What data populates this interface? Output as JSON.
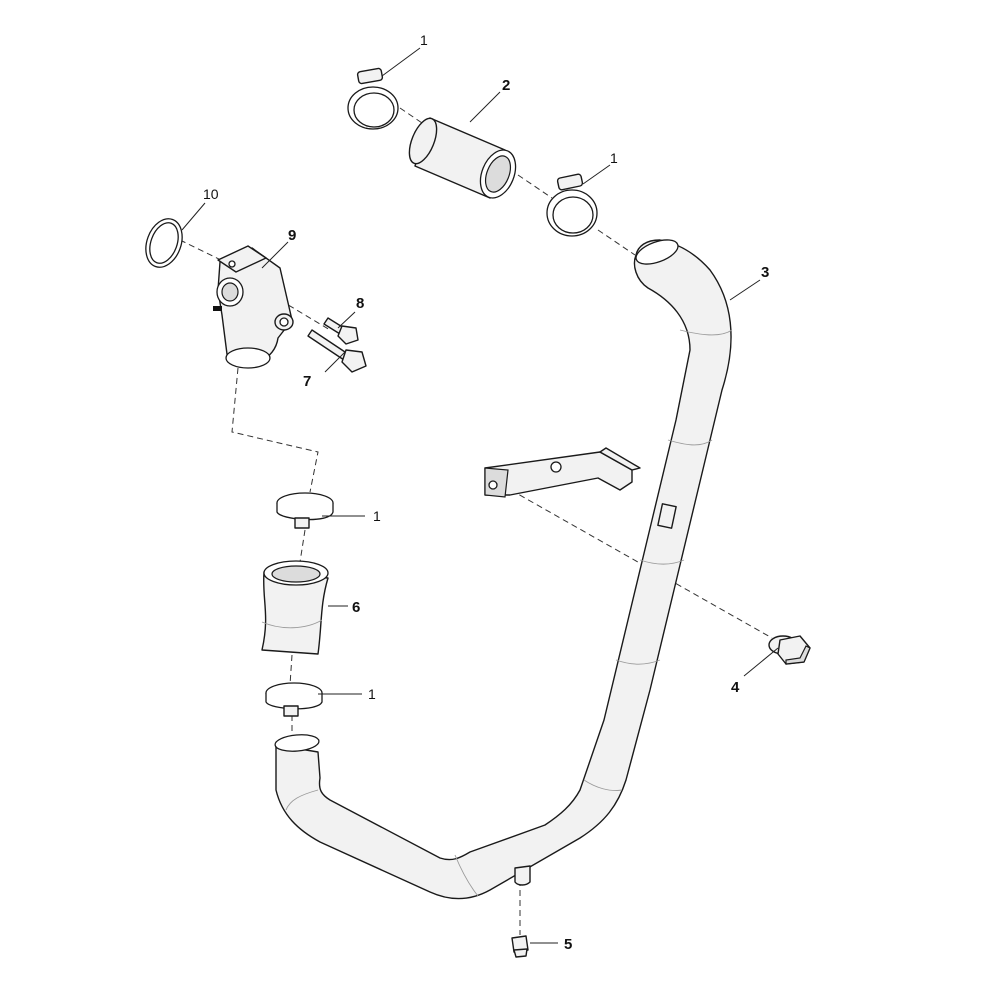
{
  "callouts": {
    "c1a": "1",
    "c2": "2",
    "c1b": "1",
    "c3": "3",
    "c10": "10",
    "c9": "9",
    "c8": "8",
    "c7": "7",
    "c1c": "1",
    "c6": "6",
    "c4": "4",
    "c1d": "1",
    "c5": "5"
  }
}
